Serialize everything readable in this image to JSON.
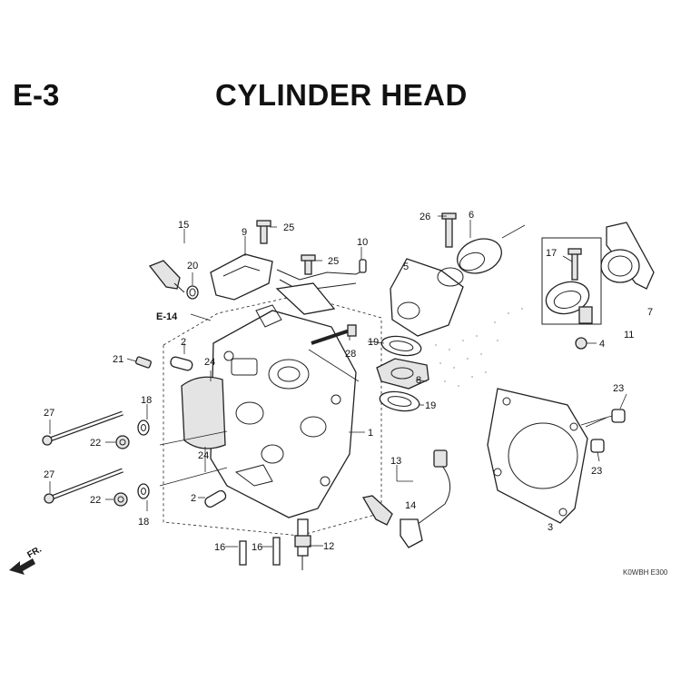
{
  "header": {
    "section_code": "E-3",
    "title": "CYLINDER HEAD"
  },
  "footer": {
    "diagram_code": "K0WBH E300",
    "front_label": "FR."
  },
  "refs": {
    "e14": "E-14"
  },
  "callouts": {
    "c1": "1",
    "c2a": "2",
    "c2b": "2",
    "c3": "3",
    "c4": "4",
    "c5": "5",
    "c6": "6",
    "c7": "7",
    "c8": "8",
    "c9": "9",
    "c10": "10",
    "c11": "11",
    "c12": "12",
    "c13": "13",
    "c14": "14",
    "c15": "15",
    "c16a": "16",
    "c16b": "16",
    "c17": "17",
    "c18a": "18",
    "c18b": "18",
    "c19a": "19",
    "c19b": "19",
    "c20": "20",
    "c21": "21",
    "c22a": "22",
    "c22b": "22",
    "c23a": "23",
    "c23b": "23",
    "c24a": "24",
    "c24b": "24",
    "c25a": "25",
    "c25b": "25",
    "c26": "26",
    "c27a": "27",
    "c27b": "27",
    "c28": "28"
  }
}
